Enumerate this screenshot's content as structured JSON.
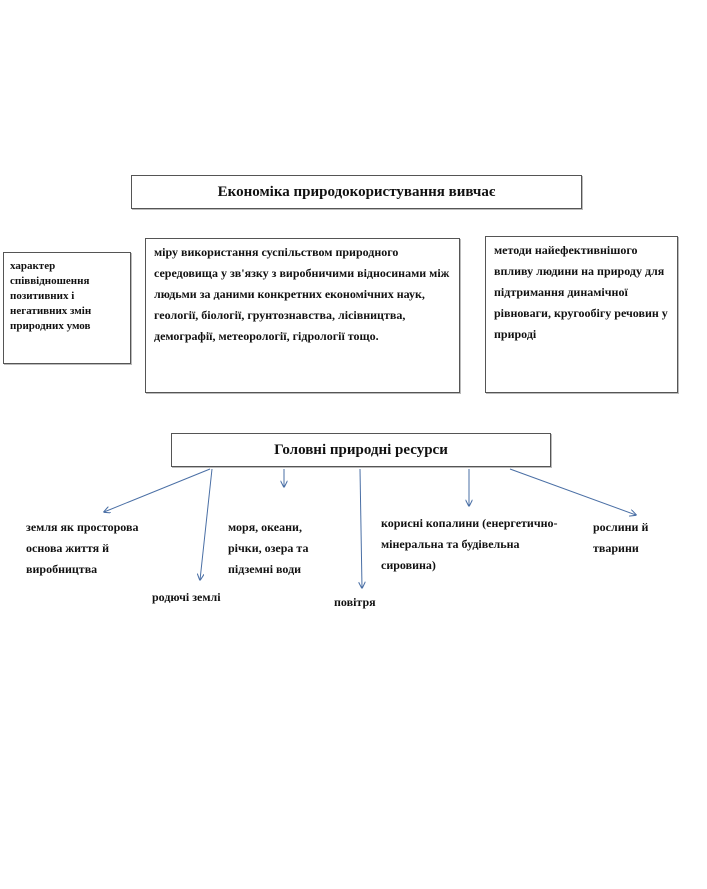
{
  "title": "Економіка природокористування вивчає",
  "study_items": [
    "характер співвідношення позитивних і негативних змін природних умов",
    "міру використання суспільством природного середовища у зв'язку з виробничими відносинами між людьми за даними конкретних економічних наук, геології, біології, грунтознавства, лісівництва, демографії, метеорології, гідрології тощо.",
    "методи найефективнішого впливу людини на природу для підтримання динамічної рівноваги, кругообігу речовин у природі"
  ],
  "resources_title": "Головні природні ресурси",
  "resources": [
    "земля як просторова основа життя й виробництва",
    "родючі землі",
    "моря, океани, річки, озера та підземні води",
    "повітря",
    "корисні копалини (енергетично-мінеральна та будівельна сировина)",
    "рослини й тварини"
  ],
  "colors": {
    "arrow": "#4a6fa5",
    "border": "#555555"
  }
}
